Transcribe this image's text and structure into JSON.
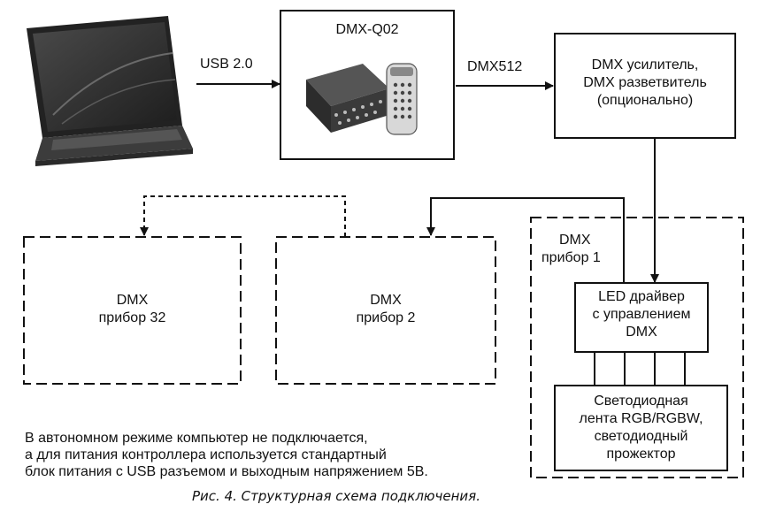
{
  "usb_label": "USB 2.0",
  "controller": {
    "title": "DMX-Q02"
  },
  "dmx_link_label": "DMX512",
  "amplifier": {
    "line1": "DMX усилитель,",
    "line2": "DMX разветвитель",
    "line3": "(опционально)"
  },
  "device1": {
    "line1": "DMX",
    "line2": "прибор 1"
  },
  "device2": {
    "line1": "DMX",
    "line2": "прибор 2"
  },
  "device32": {
    "line1": "DMX",
    "line2": "прибор 32"
  },
  "led_driver": {
    "line1": "LED драйвер",
    "line2": "с управлением",
    "line3": "DMX"
  },
  "led_strip": {
    "line1": "Светодиодная",
    "line2": "лента RGB/RGBW,",
    "line3": "светодиодный",
    "line4": "прожектор"
  },
  "note": {
    "line1": "В автономном режиме компьютер не подключается,",
    "line2": "а для питания контроллера используется стандартный",
    "line3": "блок питания с USB разъемом и выходным напряжением 5В."
  },
  "caption": "Рис. 4. Структурная схема подключения."
}
